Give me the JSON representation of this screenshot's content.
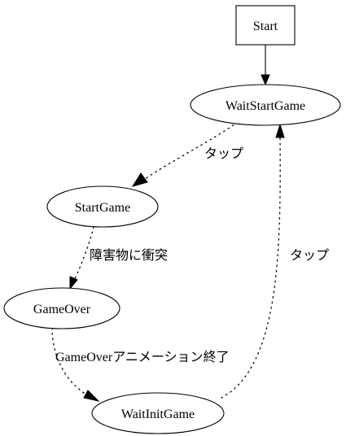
{
  "diagram": {
    "nodes": {
      "start": "Start",
      "wait_start_game": "WaitStartGame",
      "start_game": "StartGame",
      "game_over": "GameOver",
      "wait_init_game": "WaitInitGame"
    },
    "edges": {
      "wait_start_to_start_game": "タップ",
      "start_game_to_game_over": "障害物に衝突",
      "game_over_to_wait_init": "GameOverアニメーション終了",
      "wait_init_to_wait_start": "タップ"
    }
  }
}
